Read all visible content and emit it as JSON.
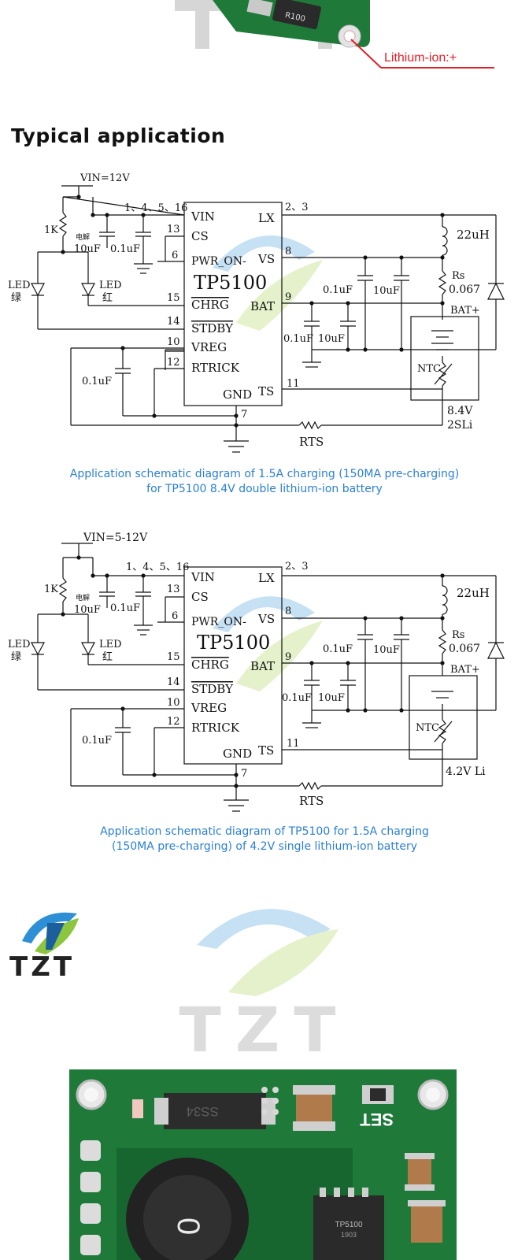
{
  "top_photo": {
    "chip_label": "R100",
    "callout": "Lithium-ion:+",
    "callout_color": "#e0202a"
  },
  "section_title": "Typical application",
  "diagram1": {
    "vin": "VIN=12V",
    "pins_top": "1、4、5、16",
    "pin_23": "2、3",
    "pin_13": "13",
    "pin_6": "6",
    "pin_15": "15",
    "pin_14": "14",
    "pin_10": "10",
    "pin_12": "12",
    "pin_8": "8",
    "pin_9": "9",
    "pin_11": "11",
    "pin_7": "7",
    "ic_vin": "VIN",
    "ic_cs": "CS",
    "ic_pwr": "PWR_ON-",
    "ic_name": "TP5100",
    "ic_chrg": "CHRG",
    "ic_stdby": "STDBY",
    "ic_vreg": "VREG",
    "ic_rtrick": "RTRICK",
    "ic_gnd": "GND",
    "ic_lx": "LX",
    "ic_vs": "VS",
    "ic_bat": "BAT",
    "ic_ts": "TS",
    "r_1k": "1K",
    "cap_elec": "电解",
    "cap_10uf": "10uF",
    "cap_01uf": "0.1uF",
    "led_green": "LED",
    "led_green_cn": "绿",
    "led_red": "LED",
    "led_red_cn": "红",
    "inductor": "22uH",
    "rs": "Rs",
    "rs_val": "0.067",
    "bat_plus": "BAT+",
    "c_vs_01": "0.1uF",
    "c_vs_10": "10uF",
    "c_bat_01": "0.1uF",
    "c_bat_10": "10uF",
    "c_vreg": "0.1uF",
    "ntc": "NTC",
    "battery": "8.4V",
    "battery2": "2SLi",
    "rts": "RTS"
  },
  "caption1": {
    "line1": "Application schematic diagram of 1.5A charging (150MA pre-charging)",
    "line2": "for TP5100 8.4V double lithium-ion battery"
  },
  "diagram2": {
    "vin": "VIN=5-12V",
    "pins_top": "1、4、5、16",
    "pin_23": "2、3",
    "pin_13": "13",
    "pin_6": "6",
    "pin_15": "15",
    "pin_14": "14",
    "pin_10": "10",
    "pin_12": "12",
    "pin_8": "8",
    "pin_9": "9",
    "pin_11": "11",
    "pin_7": "7",
    "ic_vin": "VIN",
    "ic_cs": "CS",
    "ic_pwr": "PWR_ON-",
    "ic_name": "TP5100",
    "ic_chrg": "CHRG",
    "ic_stdby": "STDBY",
    "ic_vreg": "VREG",
    "ic_rtrick": "RTRICK",
    "ic_gnd": "GND",
    "ic_lx": "LX",
    "ic_vs": "VS",
    "ic_bat": "BAT",
    "ic_ts": "TS",
    "r_1k": "1K",
    "cap_elec": "电解",
    "cap_10uf": "10uF",
    "cap_01uf": "0.1uF",
    "led_green": "LED",
    "led_green_cn": "绿",
    "led_red": "LED",
    "led_red_cn": "红",
    "inductor": "22uH",
    "rs": "Rs",
    "rs_val": "0.067",
    "bat_plus": "BAT+",
    "c_vs_01": "0.1uF",
    "c_vs_10": "10uF",
    "c_bat_01": "0.1uF",
    "c_bat_10": "10uF",
    "c_vreg": "0.1uF",
    "ntc": "NTC",
    "battery": "4.2V Li",
    "rts": "RTS"
  },
  "caption2": {
    "line1": "Application schematic diagram of TP5100 for 1.5A charging",
    "line2": "(150MA pre-charging) of 4.2V single lithium-ion battery"
  },
  "brand": {
    "logo_text": "TZT",
    "watermark_text": "TZT",
    "logo_blue": "#2f8fd6",
    "logo_green": "#8cc63f"
  },
  "board": {
    "diode_label": "SS34",
    "set_label": "SET",
    "chip_label": "TP5100",
    "chip_sub": "1903",
    "inductor_label": "0",
    "pcb_color": "#1f7a3a"
  }
}
